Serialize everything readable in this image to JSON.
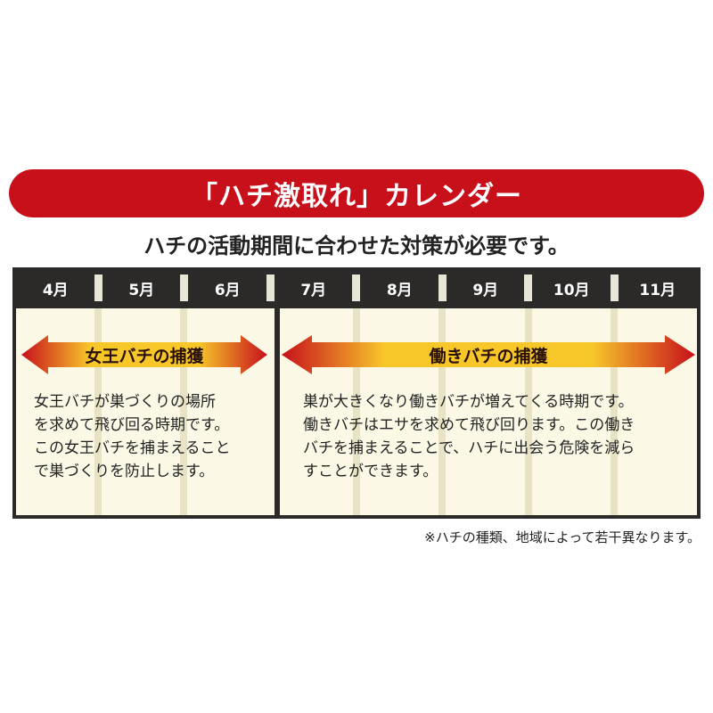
{
  "title": "「ハチ激取れ」カレンダー",
  "subtitle": "ハチの活動期間に合わせた対策が必要です。",
  "months": [
    "4月",
    "5月",
    "6月",
    "7月",
    "8月",
    "9月",
    "10月",
    "11月"
  ],
  "queen": {
    "label": "女王バチの捕獲",
    "lines": [
      "女王バチが巣づくりの場所",
      "を求めて飛び回る時期です。",
      "この女王バチを捕まえること",
      "で巣づくりを防止します。"
    ]
  },
  "worker": {
    "label": "働きバチの捕獲",
    "lines": [
      "巣が大きくなり働きバチが増えてくる時期です。",
      "働きバチはエサを求めて飛び回ります。この働き",
      "バチを捕まえることで、ハチに出会う危険を減ら",
      "すことができます。"
    ]
  },
  "note": "※ハチの種類、地域によって若干異なります。",
  "colors": {
    "title_bg": "#c8101b",
    "header_bg": "#2c2a28",
    "panel_bg": "#fbf8e6",
    "arrow_center": "#f7c72a",
    "arrow_edge": "#c8101b"
  }
}
